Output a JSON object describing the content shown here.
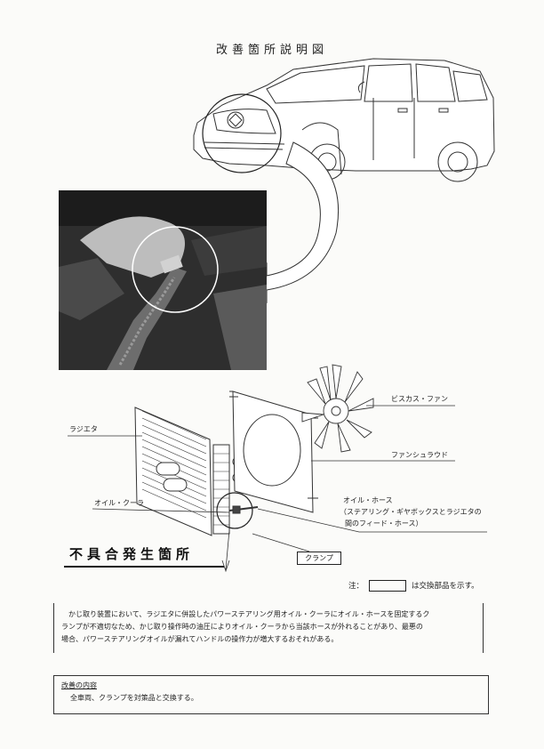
{
  "title": "改善箇所説明図",
  "labels": {
    "viscous_fan": "ビスカス・ファン",
    "radiator": "ラジエタ",
    "fan_shroud": "ファンシュラウド",
    "oil_cooler": "オイル・クーラ",
    "oil_hose": "オイル・ホース",
    "oil_hose_detail_1": "（ステアリング・ギヤボックスとラジエタの",
    "oil_hose_detail_2": "間のフィード・ホース）",
    "clamp": "クランプ"
  },
  "defect_location": "不具合発生箇所",
  "note": {
    "prefix": "注：",
    "suffix": "は交換部品を示す。"
  },
  "description": {
    "line1": "かじ取り装置において、ラジエタに併設したパワーステアリング用オイル・クーラにオイル・ホースを固定するク",
    "line2": "ランプが不適切なため、かじ取り操作時の油圧によりオイル・クーラから当該ホースが外れることがあり、最悪の",
    "line3": "場合、パワーステアリングオイルが漏れてハンドルの操作力が増大するおそれがある。"
  },
  "improvement": {
    "heading": "改善の内容",
    "body": "全車両、クランプを対策品と交換する。"
  }
}
